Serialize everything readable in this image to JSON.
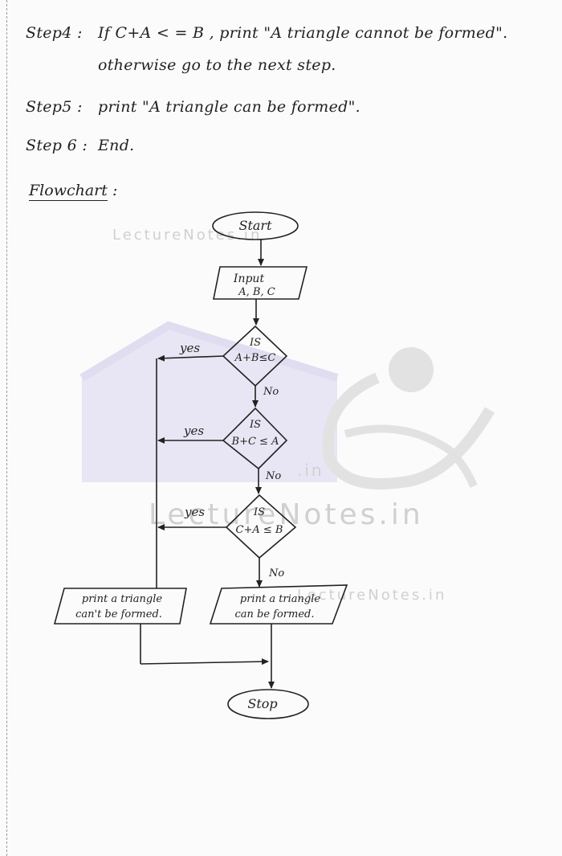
{
  "steps": {
    "step4_label": "Step4 :",
    "step4_text": "If  C+A < = B , print \"A triangle cannot be formed\".",
    "step4_text2": "otherwise go to the next step.",
    "step5_label": "Step5 :",
    "step5_text": "print \"A triangle can be formed\".",
    "step6_label": "Step 6 :",
    "step6_text": "End."
  },
  "flowchart": {
    "heading": "Flowchart",
    "heading_suffix": ":",
    "start": "Start",
    "input_line1": "Input",
    "input_line2": "A, B, C",
    "d1_line1": "IS",
    "d1_line2": "A+B≤C",
    "d2_line1": "IS",
    "d2_line2": "B+C ≤ A",
    "d3_line1": "IS",
    "d3_line2": "C+A ≤ B",
    "yes": "yes",
    "no": "No",
    "out_cannot_line1": "print a triangle",
    "out_cannot_line2": "can't be formed.",
    "out_can_line1": "print a triangle",
    "out_can_line2": "can be formed.",
    "stop": "Stop"
  },
  "watermarks": {
    "w1": "LectureNotes.in",
    "w2": "LectureNotes.in",
    "w3": "LectureNotes.in",
    "w4": ".in"
  },
  "colors": {
    "ink": "#222222",
    "watermark_logo": "#c9c6e6",
    "watermark_text": "#d0d0d0"
  }
}
